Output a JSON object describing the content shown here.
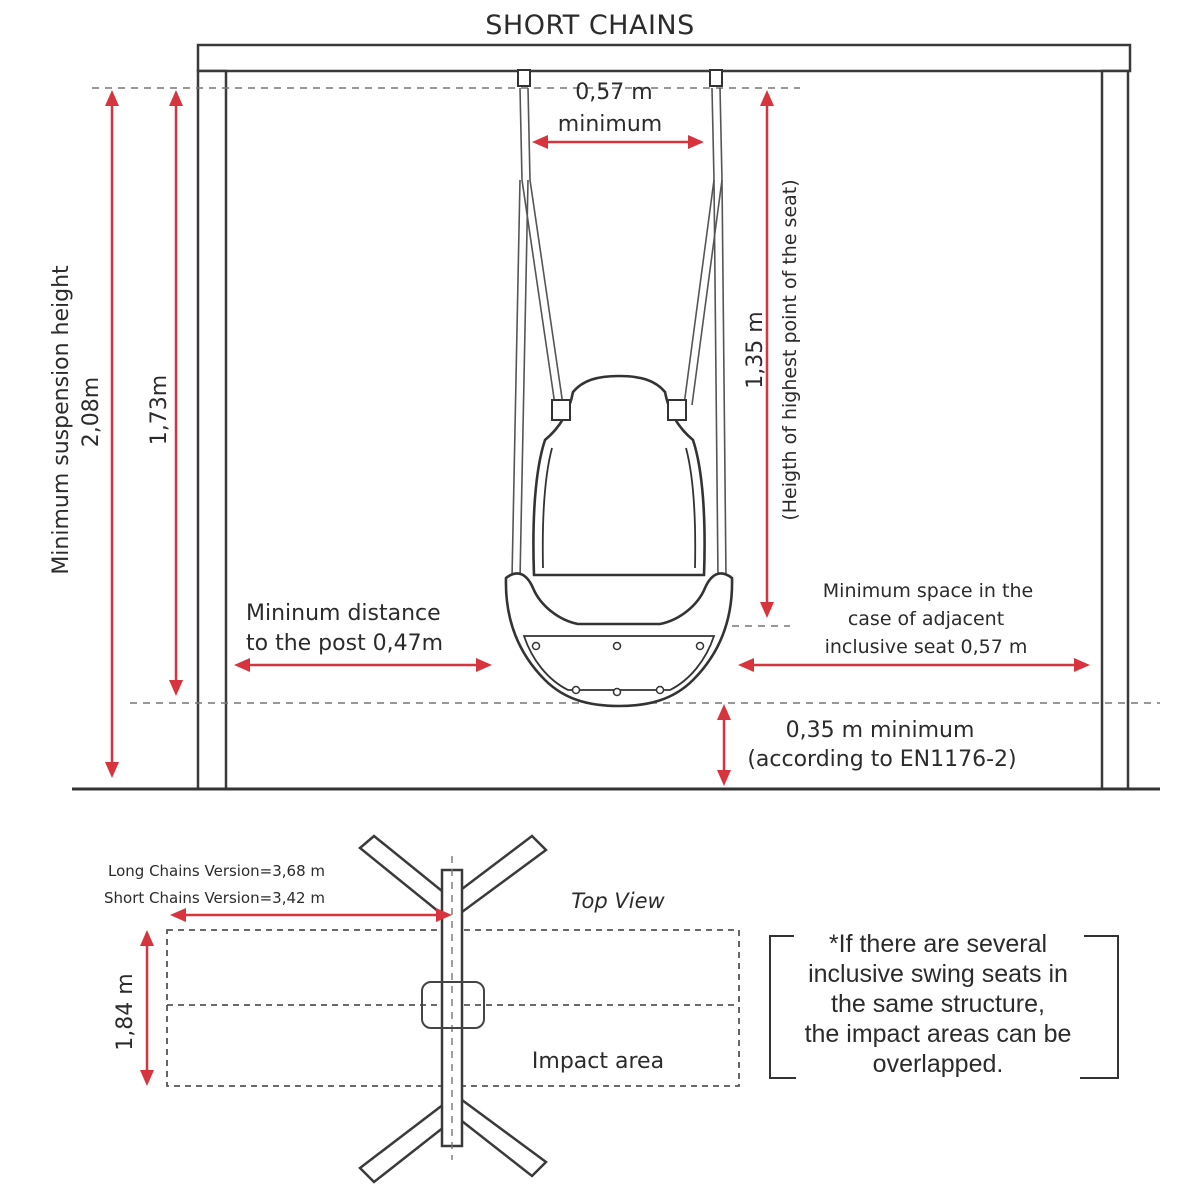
{
  "title": "SHORT CHAINS",
  "labels": {
    "chain_spacing_value": "0,57  m",
    "chain_spacing_note": "minimum",
    "seat_height_value": "1,35  m",
    "seat_height_note": "(Heigth of highest point of the seat)",
    "suspension_label": "Minimum  suspension  height",
    "suspension_value": "2,08m",
    "inner_height_value": "1,73m",
    "post_distance_line1": "Mininum  distance",
    "post_distance_line2": "to the  post  0,47m",
    "adjacent_line1": "Minimum space in the",
    "adjacent_line2": "case of adjacent",
    "adjacent_line3": "inclusive seat 0,57 m",
    "ground_clearance_line1": "0,35  m minimum",
    "ground_clearance_line2": "(according  to EN1176-2)"
  },
  "top_view": {
    "title": "Top View",
    "long_chains": "Long Chains Version=3,68 m",
    "short_chains": "Short Chains Version=3,42 m",
    "width_value": "1,84 m",
    "impact_area": "Impact area",
    "note_lines": [
      "*If there are several",
      "inclusive swing seats in",
      "the same structure,",
      "the impact areas can be",
      "overlapped."
    ]
  },
  "colors": {
    "dimension_arrow": "#d8343d",
    "structure": "#3a3a3a",
    "text": "#2b2b2b"
  }
}
